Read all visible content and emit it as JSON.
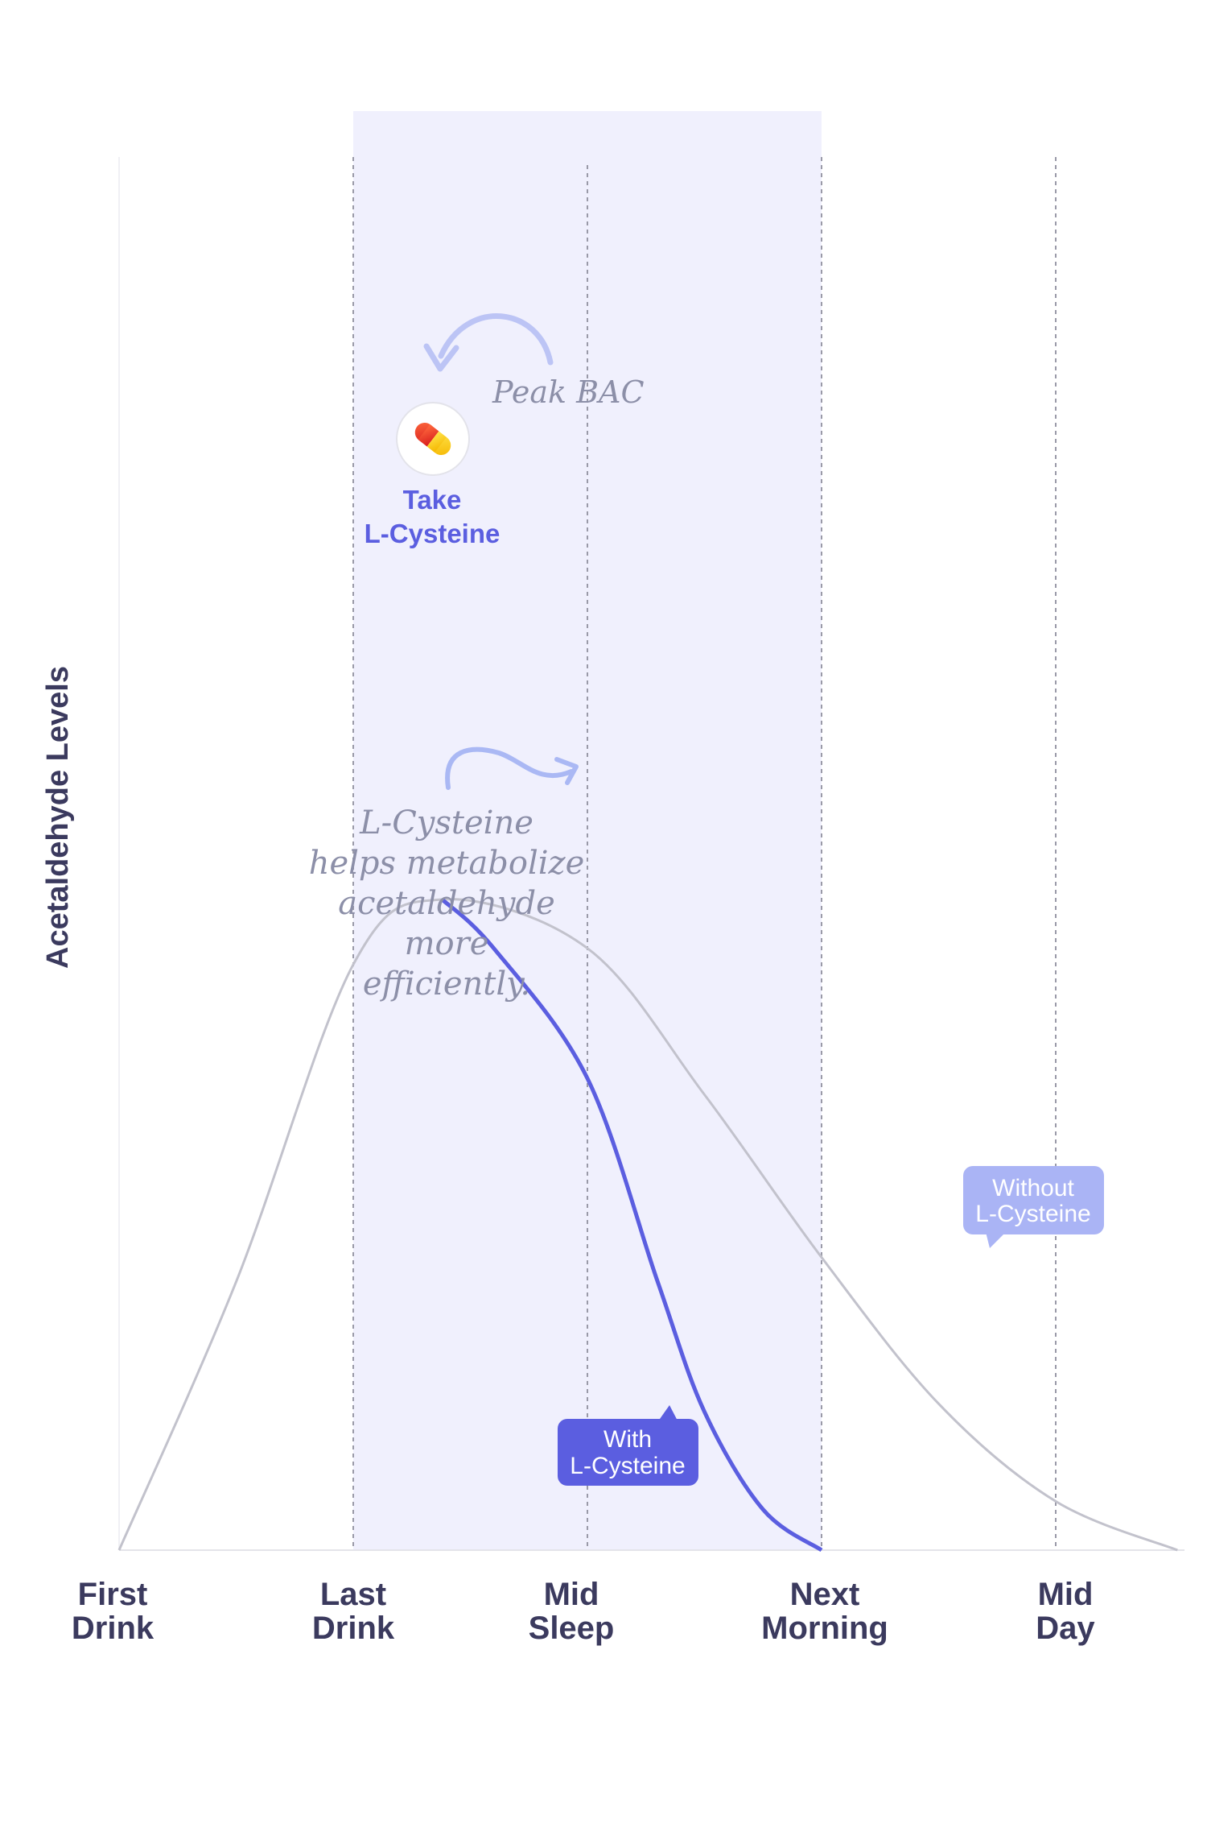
{
  "chart_data": {
    "type": "line",
    "title": "",
    "ylabel": "Acetaldehyde Levels",
    "xlabel": "",
    "categories": [
      [
        "First",
        "Drink"
      ],
      [
        "Last",
        "Drink"
      ],
      [
        "Mid",
        "Sleep"
      ],
      [
        "Next",
        "Morning"
      ],
      [
        "Mid",
        "Day"
      ]
    ],
    "x_range": [
      0,
      4.55
    ],
    "ylim": [
      0,
      1
    ],
    "grid": "vertical dashed lines at each category after the first",
    "shaded_region": [
      1,
      3
    ],
    "peak": {
      "x": 1.38,
      "y": 0.8
    },
    "series": [
      {
        "name": "Without L-Cysteine",
        "color": "#c2c2cc",
        "points": [
          [
            0,
            0
          ],
          [
            0.5,
            0.33
          ],
          [
            1,
            0.72
          ],
          [
            1.38,
            0.8
          ],
          [
            2,
            0.74
          ],
          [
            2.5,
            0.56
          ],
          [
            3,
            0.36
          ],
          [
            3.5,
            0.18
          ],
          [
            4,
            0.06
          ],
          [
            4.52,
            0
          ]
        ]
      },
      {
        "name": "With L-Cysteine",
        "color": "#5b5ee0",
        "points": [
          [
            1.38,
            0.8
          ],
          [
            1.6,
            0.74
          ],
          [
            2,
            0.58
          ],
          [
            2.3,
            0.33
          ],
          [
            2.5,
            0.17
          ],
          [
            2.75,
            0.05
          ],
          [
            3,
            0
          ]
        ]
      }
    ],
    "annotations": {
      "peak_label": "Peak BAC",
      "take_label": [
        "Take",
        "L-Cysteine"
      ],
      "note": [
        "L-Cysteine",
        "helps metabolize",
        "acetaldehyde",
        "more",
        "efficiently."
      ],
      "with_bubble": [
        "With",
        "L-Cysteine"
      ],
      "without_bubble": [
        "Without",
        "L-Cysteine"
      ]
    }
  },
  "colors": {
    "accent": "#5b5ee0",
    "shade": "#f0f0fd",
    "without_bubble": "#aab4f5",
    "axis_text": "#3b3a5e"
  },
  "icons": {
    "pill": "pill-icon"
  }
}
